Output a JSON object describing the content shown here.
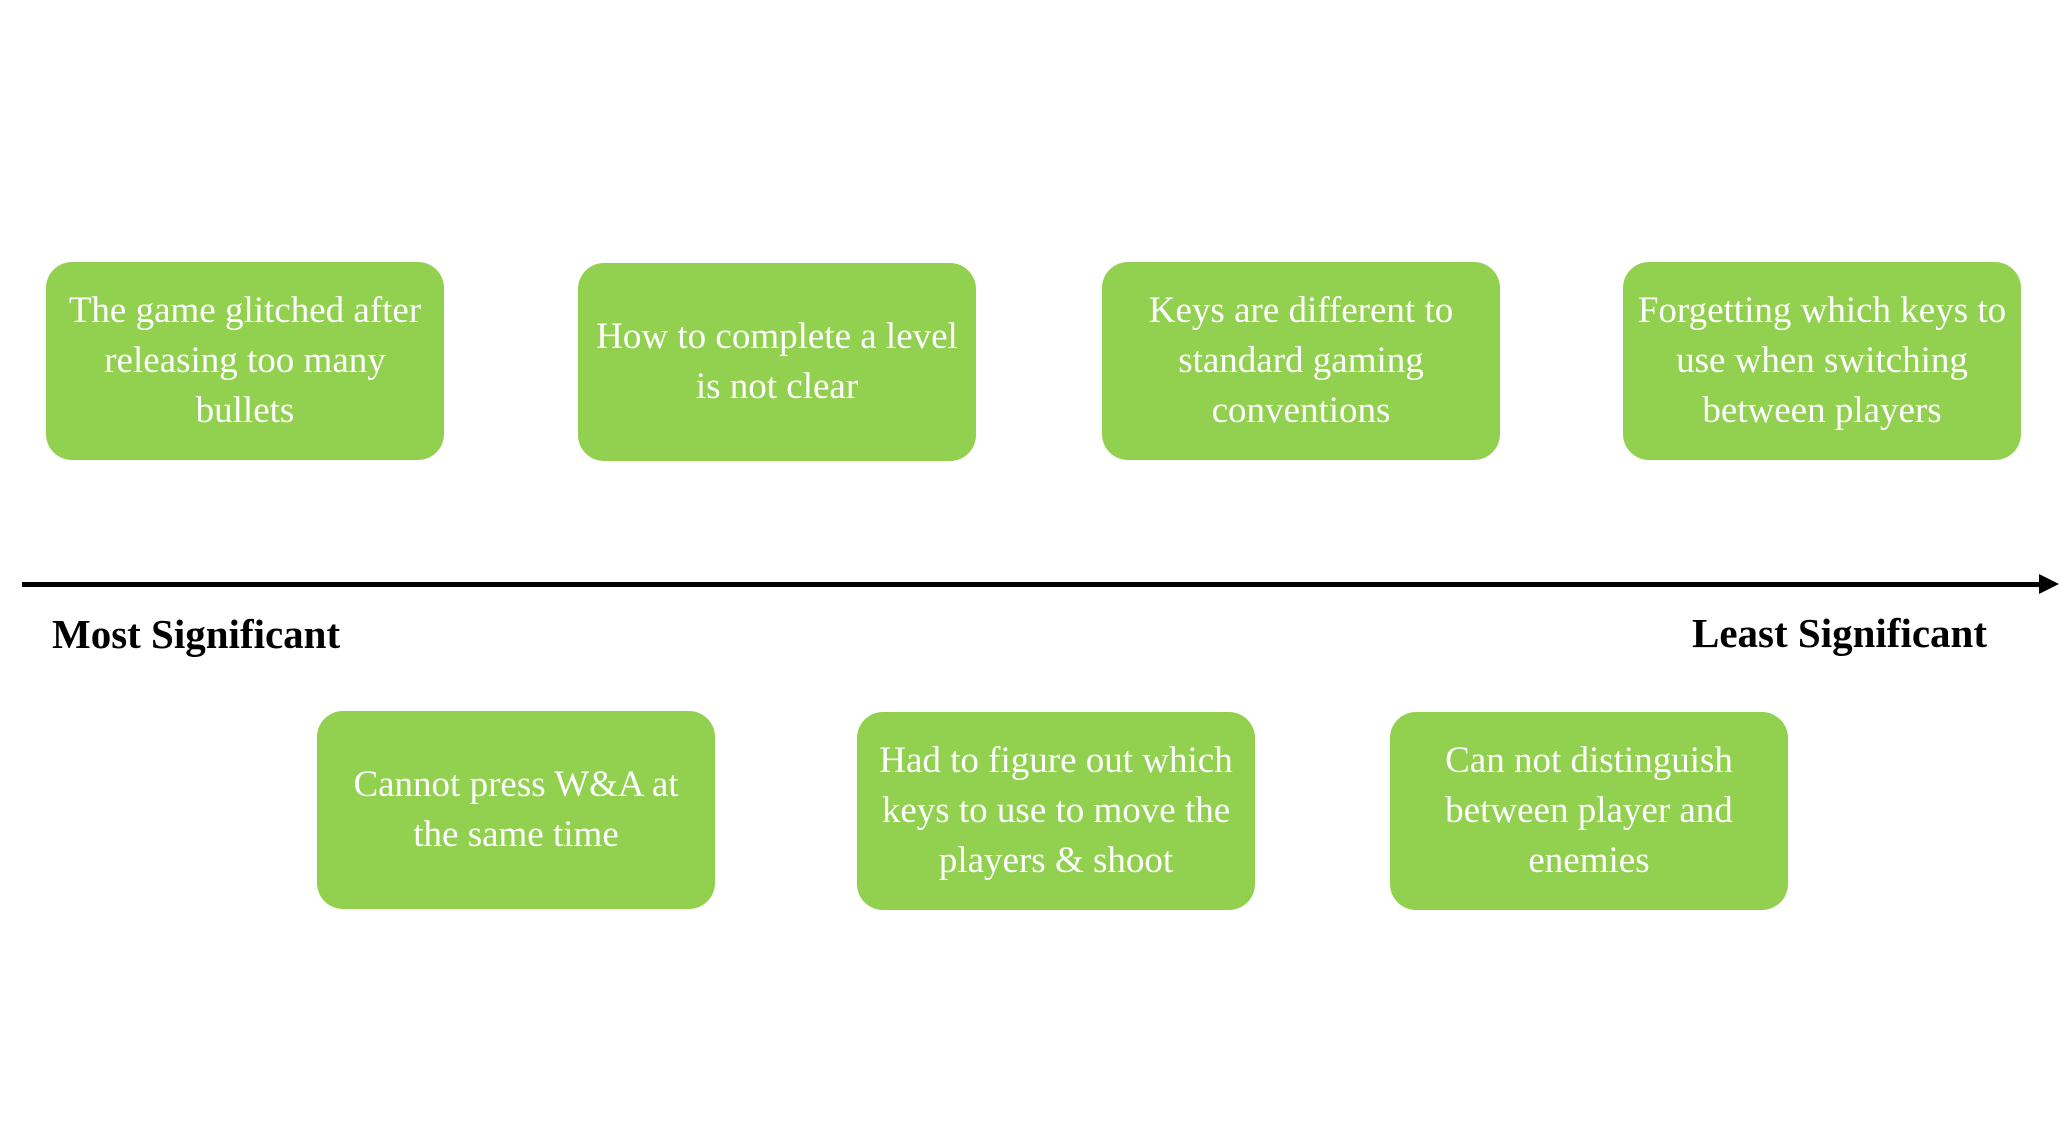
{
  "axis": {
    "start_label": "Most Significant",
    "end_label": "Least Significant"
  },
  "issues_top": [
    {
      "text": "The game glitched after releasing too many bullets"
    },
    {
      "text": "How to complete a level is not clear"
    },
    {
      "text": "Keys are different to standard gaming conventions"
    },
    {
      "text": "Forgetting which keys to use when switching between players"
    }
  ],
  "issues_bottom": [
    {
      "text": "Cannot press W&A at the same time"
    },
    {
      "text": "Had to figure out which keys to use to move the players & shoot"
    },
    {
      "text": "Can not distinguish between player and enemies"
    }
  ],
  "colors": {
    "box_fill": "#92d050",
    "box_text": "#ffffff",
    "axis": "#000000"
  }
}
